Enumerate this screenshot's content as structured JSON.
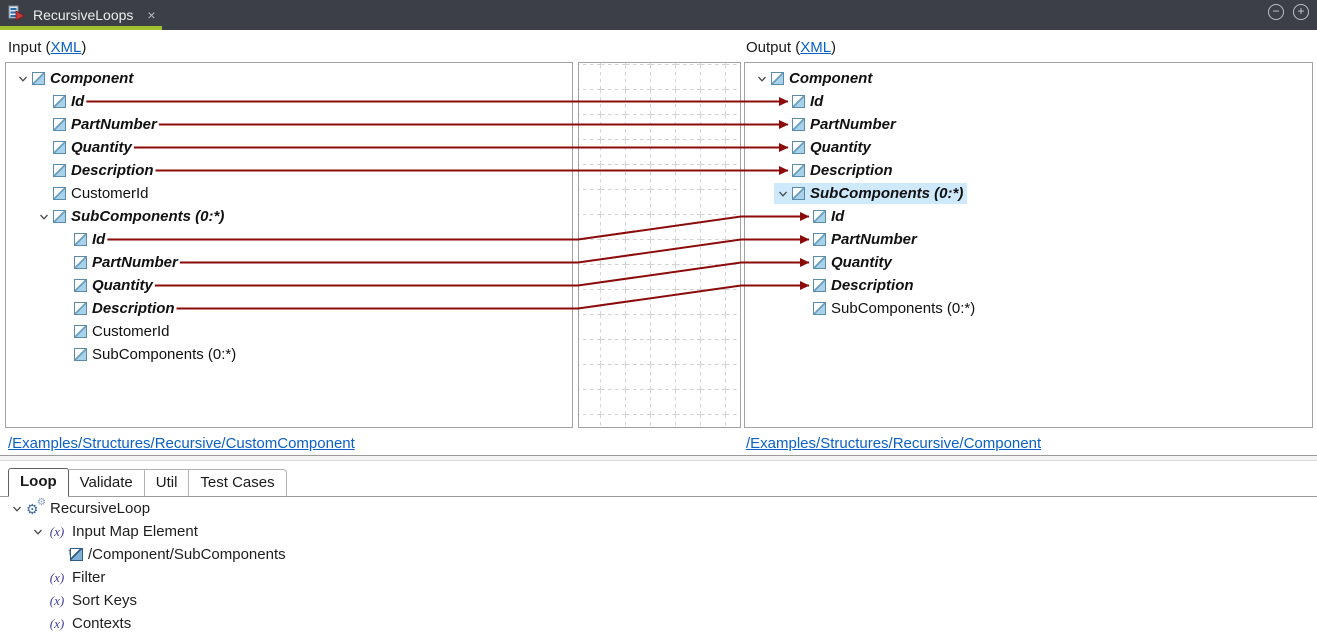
{
  "titlebar": {
    "tab_title": "RecursiveLoops",
    "close_symbol": "×",
    "minimize_symbol": "−",
    "maximize_symbol": "+"
  },
  "headers": {
    "input_prefix": "Input (",
    "output_prefix": "Output (",
    "xml_link_label": "XML",
    "suffix": ")"
  },
  "input_panel": {
    "footer_link": "/Examples/Structures/Recursive/CustomComponent",
    "items": [
      {
        "label": "Component",
        "level": 0,
        "mapped": true,
        "expanded": true
      },
      {
        "label": "Id",
        "level": 1,
        "mapped": true
      },
      {
        "label": "PartNumber",
        "level": 1,
        "mapped": true
      },
      {
        "label": "Quantity",
        "level": 1,
        "mapped": true
      },
      {
        "label": "Description",
        "level": 1,
        "mapped": true
      },
      {
        "label": "CustomerId",
        "level": 1,
        "mapped": false
      },
      {
        "label": "SubComponents (0:*)",
        "level": 1,
        "mapped": true,
        "expanded": true
      },
      {
        "label": "Id",
        "level": 2,
        "mapped": true
      },
      {
        "label": "PartNumber",
        "level": 2,
        "mapped": true
      },
      {
        "label": "Quantity",
        "level": 2,
        "mapped": true
      },
      {
        "label": "Description",
        "level": 2,
        "mapped": true
      },
      {
        "label": "CustomerId",
        "level": 2,
        "mapped": false
      },
      {
        "label": "SubComponents (0:*)",
        "level": 2,
        "mapped": false
      }
    ]
  },
  "output_panel": {
    "footer_link": "/Examples/Structures/Recursive/Component",
    "items": [
      {
        "label": "Component",
        "level": 0,
        "mapped": true,
        "expanded": true
      },
      {
        "label": "Id",
        "level": 1,
        "mapped": true
      },
      {
        "label": "PartNumber",
        "level": 1,
        "mapped": true
      },
      {
        "label": "Quantity",
        "level": 1,
        "mapped": true
      },
      {
        "label": "Description",
        "level": 1,
        "mapped": true
      },
      {
        "label": "SubComponents (0:*)",
        "level": 1,
        "mapped": true,
        "expanded": true,
        "selected": true
      },
      {
        "label": "Id",
        "level": 2,
        "mapped": true
      },
      {
        "label": "PartNumber",
        "level": 2,
        "mapped": true
      },
      {
        "label": "Quantity",
        "level": 2,
        "mapped": true
      },
      {
        "label": "Description",
        "level": 2,
        "mapped": true
      },
      {
        "label": "SubComponents (0:*)",
        "level": 2,
        "mapped": false
      }
    ]
  },
  "connections": [
    {
      "from_row": 1,
      "to_row": 1
    },
    {
      "from_row": 2,
      "to_row": 2
    },
    {
      "from_row": 3,
      "to_row": 3
    },
    {
      "from_row": 4,
      "to_row": 4
    },
    {
      "from_row": 7,
      "to_row": 6
    },
    {
      "from_row": 8,
      "to_row": 7
    },
    {
      "from_row": 9,
      "to_row": 8
    },
    {
      "from_row": 10,
      "to_row": 9
    }
  ],
  "bottom_panel": {
    "tabs": [
      {
        "label": "Loop",
        "active": true
      },
      {
        "label": "Validate",
        "active": false
      },
      {
        "label": "Util",
        "active": false
      },
      {
        "label": "Test Cases",
        "active": false
      }
    ],
    "items": [
      {
        "label": "RecursiveLoop",
        "level": 0,
        "icon": "gears",
        "expanded": true
      },
      {
        "label": "Input Map Element",
        "level": 1,
        "icon": "fx",
        "expanded": true
      },
      {
        "label": "/Component/SubComponents",
        "level": 2,
        "icon": "mapped-element"
      },
      {
        "label": "Filter",
        "level": 1,
        "icon": "fx"
      },
      {
        "label": "Sort Keys",
        "level": 1,
        "icon": "fx"
      },
      {
        "label": "Contexts",
        "level": 1,
        "icon": "fx"
      }
    ]
  },
  "colors": {
    "connection_line": "#8b0a0a",
    "link_blue": "#0b61c4",
    "tab_underline_green": "#a3c12f",
    "selection_blue": "#cfe9fc",
    "titlebar_bg": "#3c4046"
  }
}
